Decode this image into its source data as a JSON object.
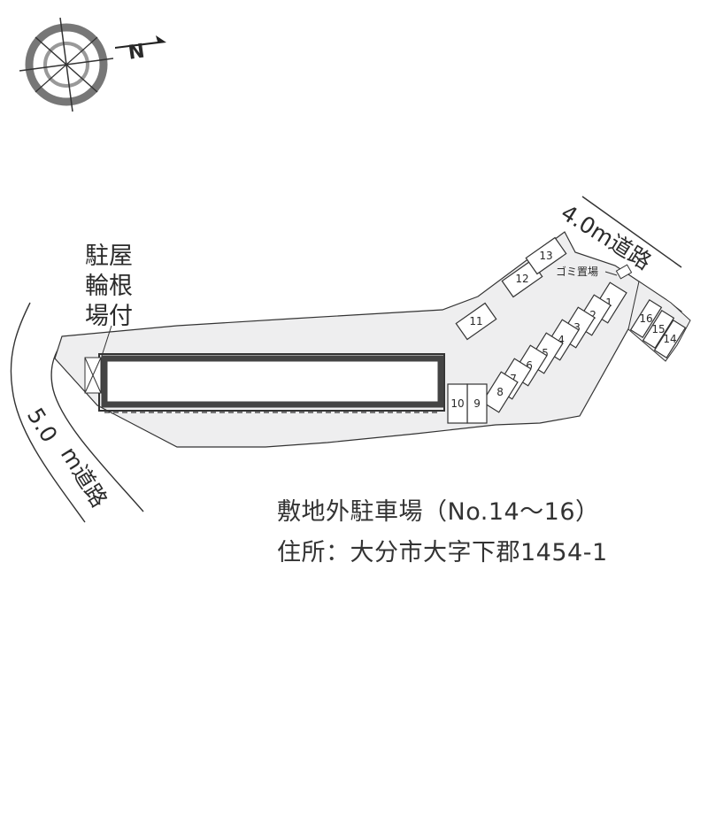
{
  "compass": {
    "label": "N"
  },
  "roads": {
    "upper": "4.0m道路",
    "left_lines": [
      "5.0",
      "m道路"
    ]
  },
  "bike_parking": {
    "lines": [
      "駐屋",
      "輪根",
      "場付"
    ]
  },
  "garbage_label": "ゴミ置場",
  "spaces": [
    "1",
    "2",
    "3",
    "4",
    "5",
    "6",
    "7",
    "8",
    "9",
    "10",
    "11",
    "12",
    "13",
    "14",
    "15",
    "16"
  ],
  "caption": {
    "line1": "敷地外駐車場（No.14〜16）",
    "line2": "住所：大分市大字下郡1454-1"
  },
  "colors": {
    "site_fill": "#eeeeef",
    "building_border": "#333333",
    "line": "#333333"
  }
}
